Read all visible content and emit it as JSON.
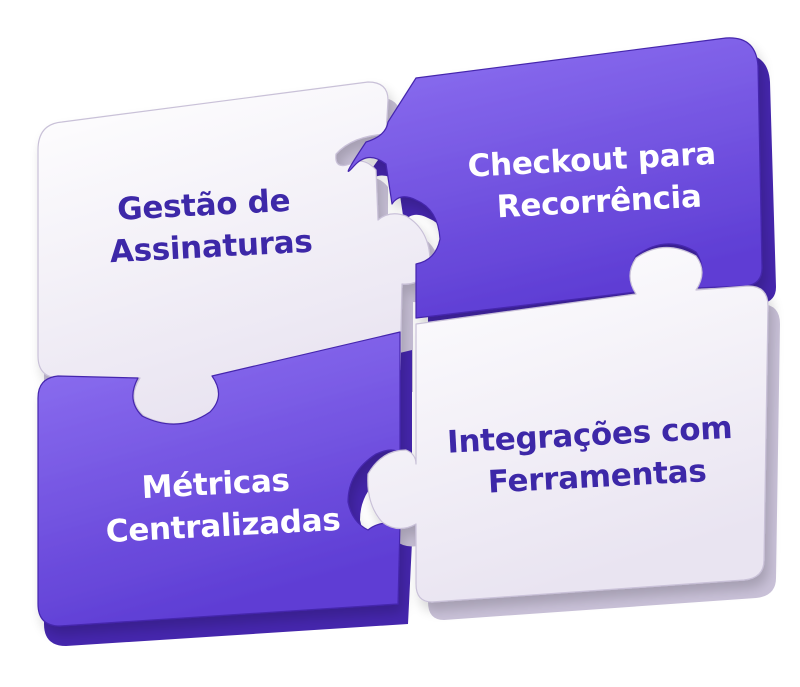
{
  "colors": {
    "purple_top": "#8f72f2",
    "purple_bottom": "#5e3dd4",
    "purple_side": "#4526ad",
    "white_top": "#ffffff",
    "white_bottom": "#e9e4f1",
    "white_side": "#c9c1d8",
    "text_on_white": "#3d28a8",
    "text_on_purple": "#ffffff"
  },
  "pieces": [
    {
      "id": "gestao",
      "theme": "white",
      "lines": [
        "Gestão de",
        "Assinaturas"
      ]
    },
    {
      "id": "checkout",
      "theme": "purple",
      "lines": [
        "Checkout para",
        "Recorrência"
      ]
    },
    {
      "id": "metricas",
      "theme": "purple",
      "lines": [
        "Métricas",
        "Centralizadas"
      ]
    },
    {
      "id": "integracoes",
      "theme": "white",
      "lines": [
        "Integrações com",
        "Ferramentas"
      ]
    }
  ]
}
